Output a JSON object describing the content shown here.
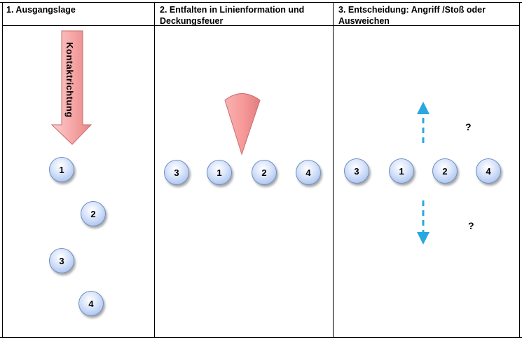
{
  "columns": [
    {
      "title": "1. Ausgangslage"
    },
    {
      "title": "2. Entfalten  in Linienformation  und Deckungsfeuer"
    },
    {
      "title": "3. Entscheidung:  Angriff /Stoß oder Ausweichen"
    }
  ],
  "panel1": {
    "arrow_label": "Kontaktrichtung",
    "units": [
      "1",
      "2",
      "3",
      "4"
    ]
  },
  "panel2": {
    "units": [
      "3",
      "1",
      "2",
      "4"
    ]
  },
  "panel3": {
    "units": [
      "3",
      "1",
      "2",
      "4"
    ],
    "question_marks": [
      "?",
      "?"
    ]
  },
  "colors": {
    "arrow_fill": "#f7a8a8",
    "cone_fill": "#f79a9a",
    "dashed_arrow": "#29a8e0",
    "unit_fill": "#b3c9f1"
  }
}
